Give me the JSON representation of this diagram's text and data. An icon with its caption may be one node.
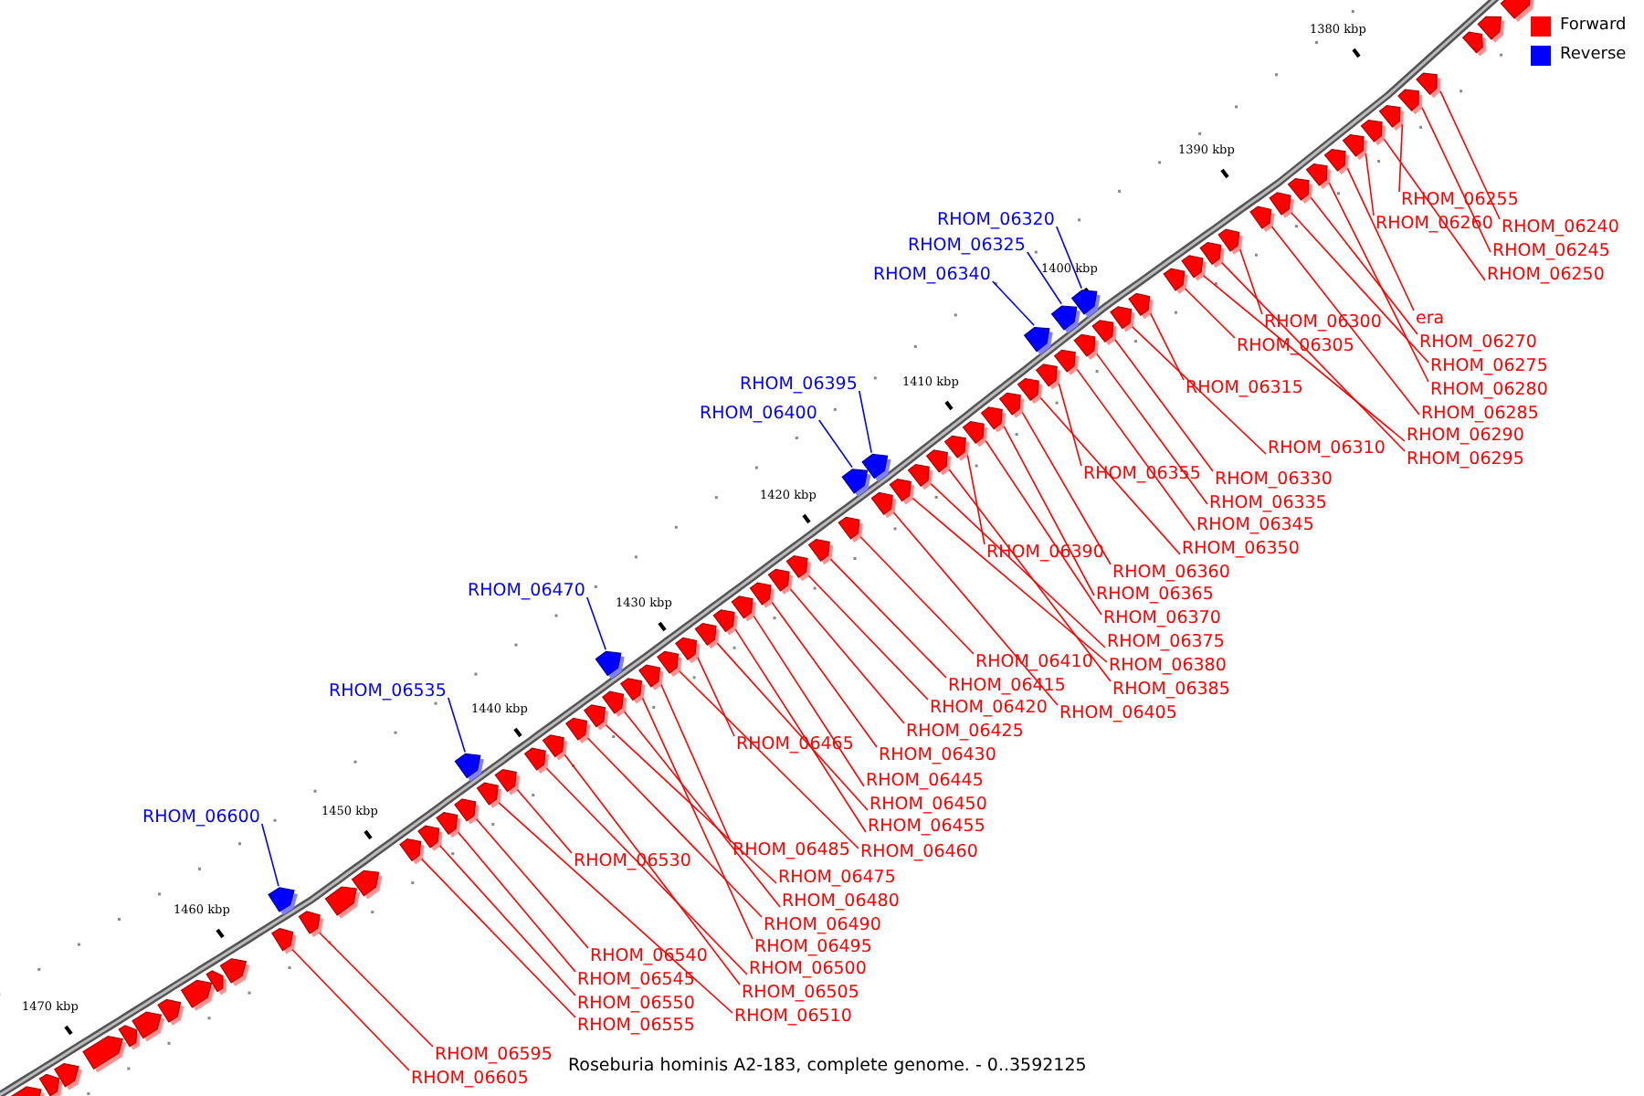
{
  "diagram": {
    "caption": "Roseburia hominis A2-183, complete genome. - 0..3592125",
    "nodes": [
      {
        "text": [
          "RHOM_06255"
        ]
      },
      {
        "text": [
          "RHOM_06240"
        ]
      },
      {
        "text": [
          "RHOM_06260"
        ]
      },
      {
        "text": [
          "RHOM_06245"
        ]
      },
      {
        "text": [
          "RHOM_06250"
        ]
      },
      {
        "text": [
          "era"
        ]
      },
      {
        "text": [
          "RHOM_06300"
        ]
      },
      {
        "text": [
          "RHOM_06270"
        ]
      },
      {
        "text": [
          "RHOM_06305"
        ]
      },
      {
        "text": [
          "RHOM_06275"
        ]
      },
      {
        "text": [
          "RHOM_06280"
        ]
      },
      {
        "text": [
          "RHOM_06315"
        ]
      },
      {
        "text": [
          "RHOM_06285"
        ]
      },
      {
        "text": [
          "RHOM_06290"
        ]
      },
      {
        "text": [
          "RHOM_06310"
        ]
      },
      {
        "text": [
          "RHOM_06295"
        ]
      },
      {
        "text": [
          "RHOM_06355"
        ]
      },
      {
        "text": [
          "RHOM_06330"
        ]
      },
      {
        "text": [
          "RHOM_06335"
        ]
      },
      {
        "text": [
          "RHOM_06345"
        ]
      },
      {
        "text": [
          "RHOM_06350"
        ]
      },
      {
        "text": [
          "RHOM_06390"
        ]
      },
      {
        "text": [
          "RHOM_06360"
        ]
      },
      {
        "text": [
          "RHOM_06365"
        ]
      },
      {
        "text": [
          "RHOM_06370"
        ]
      },
      {
        "text": [
          "RHOM_06375"
        ]
      },
      {
        "text": [
          "RHOM_06410"
        ]
      },
      {
        "text": [
          "RHOM_06380"
        ]
      },
      {
        "text": [
          "RHOM_06415"
        ]
      },
      {
        "text": [
          "RHOM_06385"
        ]
      },
      {
        "text": [
          "RHOM_06405"
        ]
      },
      {
        "text": [
          "RHOM_06420"
        ]
      },
      {
        "text": [
          "RHOM_06425"
        ]
      },
      {
        "text": [
          "RHOM_06465"
        ]
      },
      {
        "text": [
          "RHOM_06430"
        ]
      },
      {
        "text": [
          "RHOM_06445"
        ]
      },
      {
        "text": [
          "RHOM_06450"
        ]
      },
      {
        "text": [
          "RHOM_06455"
        ]
      },
      {
        "text": [
          "RHOM_06460"
        ]
      },
      {
        "text": [
          "RHOM_06485"
        ]
      },
      {
        "text": [
          "RHOM_06530"
        ]
      },
      {
        "text": [
          "RHOM_06475"
        ]
      },
      {
        "text": [
          "RHOM_06480"
        ]
      },
      {
        "text": [
          "RHOM_06490"
        ]
      },
      {
        "text": [
          "RHOM_06495"
        ]
      },
      {
        "text": [
          "RHOM_06540"
        ]
      },
      {
        "text": [
          "RHOM_06500"
        ]
      },
      {
        "text": [
          "RHOM_06545"
        ]
      },
      {
        "text": [
          "RHOM_06505"
        ]
      },
      {
        "text": [
          "RHOM_06550"
        ]
      },
      {
        "text": [
          "RHOM_06510"
        ]
      },
      {
        "text": [
          "RHOM_06555"
        ]
      },
      {
        "text": [
          "RHOM_06595"
        ]
      },
      {
        "text": [
          "RHOM_06605"
        ]
      },
      {
        "text": [
          "RHOM_06320"
        ]
      },
      {
        "text": [
          "RHOM_06325"
        ]
      },
      {
        "text": [
          "RHOM_06340"
        ]
      },
      {
        "text": [
          "RHOM_06395"
        ]
      },
      {
        "text": [
          "RHOM_06400"
        ]
      },
      {
        "text": [
          "RHOM_06470"
        ]
      },
      {
        "text": [
          "RHOM_06535"
        ]
      },
      {
        "text": [
          "RHOM_06600"
        ]
      },
      {
        "text": [],
        "shape": "box"
      },
      {
        "text": [],
        "shape": "box"
      },
      {
        "text": [],
        "shape": "box"
      },
      {
        "text": [],
        "shape": "box"
      },
      {
        "text": [],
        "shape": "box"
      },
      {
        "text": [],
        "shape": "box"
      },
      {
        "text": [],
        "shape": "box"
      },
      {
        "text": [],
        "shape": "box"
      },
      {
        "text": [],
        "shape": "box"
      },
      {
        "text": [],
        "shape": "box"
      },
      {
        "text": [],
        "shape": "box"
      },
      {
        "text": [],
        "shape": "box"
      },
      {
        "text": [],
        "shape": "box"
      },
      {
        "text": [],
        "shape": "box"
      },
      {
        "text": [],
        "shape": "box"
      },
      {
        "text": [],
        "shape": "box"
      },
      {
        "text": [],
        "shape": "box"
      },
      {
        "text": [],
        "shape": "box"
      },
      {
        "text": [],
        "shape": "box"
      },
      {
        "text": [],
        "shape": "box"
      },
      {
        "text": [],
        "shape": "box"
      },
      {
        "text": [],
        "shape": "box"
      },
      {
        "text": [],
        "shape": "box"
      },
      {
        "text": [],
        "shape": "box"
      },
      {
        "text": [],
        "shape": "box"
      },
      {
        "text": [],
        "shape": "box"
      },
      {
        "text": [],
        "shape": "box"
      },
      {
        "text": [],
        "shape": "box"
      },
      {
        "text": [],
        "shape": "box"
      },
      {
        "text": [],
        "shape": "box"
      },
      {
        "text": [],
        "shape": "box"
      },
      {
        "text": [],
        "shape": "box"
      },
      {
        "text": [],
        "shape": "box"
      },
      {
        "text": [],
        "shape": "box"
      },
      {
        "text": [],
        "shape": "box"
      },
      {
        "text": [],
        "shape": "box"
      },
      {
        "text": [],
        "shape": "box"
      },
      {
        "text": [],
        "shape": "box"
      },
      {
        "text": [],
        "shape": "box"
      },
      {
        "text": [],
        "shape": "box"
      },
      {
        "text": [],
        "shape": "box"
      },
      {
        "text": [],
        "shape": "box"
      },
      {
        "text": [],
        "shape": "box"
      },
      {
        "text": [],
        "shape": "box"
      },
      {
        "text": [],
        "shape": "box"
      },
      {
        "text": [],
        "shape": "box"
      },
      {
        "text": [],
        "shape": "box"
      },
      {
        "text": [],
        "shape": "box"
      },
      {
        "text": [],
        "shape": "box"
      },
      {
        "text": [],
        "shape": "box"
      },
      {
        "text": [],
        "shape": "box"
      },
      {
        "text": [],
        "shape": "box"
      },
      {
        "text": [],
        "shape": "box"
      },
      {
        "text": [],
        "shape": "box"
      },
      {
        "text": [],
        "shape": "box"
      },
      {
        "text": [],
        "shape": "box"
      },
      {
        "text": [],
        "shape": "box"
      },
      {
        "text": [],
        "shape": "box"
      },
      {
        "text": [],
        "shape": "box"
      },
      {
        "text": [],
        "shape": "box"
      },
      {
        "text": [],
        "shape": "box"
      },
      {
        "text": [],
        "shape": "box"
      }
    ],
    "edges": [
      {
        "from": 0,
        "to": 62,
        "arrow": "none"
      },
      {
        "from": 1,
        "to": 63,
        "arrow": "none"
      },
      {
        "from": 2,
        "to": 64,
        "arrow": "none"
      },
      {
        "from": 3,
        "to": 65,
        "arrow": "none"
      },
      {
        "from": 4,
        "to": 66,
        "arrow": "none"
      },
      {
        "from": 5,
        "to": 67,
        "arrow": "none"
      },
      {
        "from": 6,
        "to": 68,
        "arrow": "none"
      },
      {
        "from": 7,
        "to": 69,
        "arrow": "none"
      },
      {
        "from": 8,
        "to": 70,
        "arrow": "none"
      },
      {
        "from": 9,
        "to": 71,
        "arrow": "none"
      },
      {
        "from": 10,
        "to": 72,
        "arrow": "none"
      },
      {
        "from": 11,
        "to": 73,
        "arrow": "none"
      },
      {
        "from": 12,
        "to": 74,
        "arrow": "none"
      },
      {
        "from": 13,
        "to": 75,
        "arrow": "none"
      },
      {
        "from": 14,
        "to": 76,
        "arrow": "none"
      },
      {
        "from": 15,
        "to": 77,
        "arrow": "none"
      },
      {
        "from": 16,
        "to": 78,
        "arrow": "none"
      },
      {
        "from": 17,
        "to": 79,
        "arrow": "none"
      },
      {
        "from": 18,
        "to": 80,
        "arrow": "none"
      },
      {
        "from": 19,
        "to": 81,
        "arrow": "none"
      },
      {
        "from": 20,
        "to": 82,
        "arrow": "none"
      },
      {
        "from": 21,
        "to": 83,
        "arrow": "none"
      },
      {
        "from": 22,
        "to": 84,
        "arrow": "none"
      },
      {
        "from": 23,
        "to": 85,
        "arrow": "none"
      },
      {
        "from": 24,
        "to": 86,
        "arrow": "none"
      },
      {
        "from": 25,
        "to": 87,
        "arrow": "none"
      },
      {
        "from": 26,
        "to": 88,
        "arrow": "none"
      },
      {
        "from": 27,
        "to": 89,
        "arrow": "none"
      },
      {
        "from": 28,
        "to": 90,
        "arrow": "none"
      },
      {
        "from": 29,
        "to": 91,
        "arrow": "none"
      },
      {
        "from": 30,
        "to": 92,
        "arrow": "none"
      },
      {
        "from": 31,
        "to": 93,
        "arrow": "none"
      },
      {
        "from": 32,
        "to": 94,
        "arrow": "none"
      },
      {
        "from": 33,
        "to": 95,
        "arrow": "none"
      },
      {
        "from": 34,
        "to": 96,
        "arrow": "none"
      },
      {
        "from": 35,
        "to": 97,
        "arrow": "none"
      },
      {
        "from": 36,
        "to": 98,
        "arrow": "none"
      },
      {
        "from": 37,
        "to": 99,
        "arrow": "none"
      },
      {
        "from": 38,
        "to": 100,
        "arrow": "none"
      },
      {
        "from": 39,
        "to": 101,
        "arrow": "none"
      },
      {
        "from": 40,
        "to": 102,
        "arrow": "none"
      },
      {
        "from": 41,
        "to": 103,
        "arrow": "none"
      },
      {
        "from": 42,
        "to": 104,
        "arrow": "none"
      },
      {
        "from": 43,
        "to": 105,
        "arrow": "none"
      },
      {
        "from": 44,
        "to": 106,
        "arrow": "none"
      },
      {
        "from": 45,
        "to": 107,
        "arrow": "none"
      },
      {
        "from": 46,
        "to": 108,
        "arrow": "none"
      },
      {
        "from": 47,
        "to": 109,
        "arrow": "none"
      },
      {
        "from": 48,
        "to": 110,
        "arrow": "none"
      },
      {
        "from": 49,
        "to": 111,
        "arrow": "none"
      },
      {
        "from": 50,
        "to": 112,
        "arrow": "none"
      },
      {
        "from": 51,
        "to": 113,
        "arrow": "none"
      },
      {
        "from": 52,
        "to": 114,
        "arrow": "none"
      },
      {
        "from": 53,
        "to": 115,
        "arrow": "none"
      },
      {
        "from": 54,
        "to": 116,
        "arrow": "none",
        "color": "#0000ff"
      },
      {
        "from": 55,
        "to": 117,
        "arrow": "none",
        "color": "#0000ff"
      },
      {
        "from": 56,
        "to": 118,
        "arrow": "none",
        "color": "#0000ff"
      },
      {
        "from": 57,
        "to": 119,
        "arrow": "none",
        "color": "#0000ff"
      },
      {
        "from": 58,
        "to": 120,
        "arrow": "none",
        "color": "#0000ff"
      },
      {
        "from": 59,
        "to": 121,
        "arrow": "none",
        "color": "#0000ff"
      },
      {
        "from": 60,
        "to": 122,
        "arrow": "none",
        "color": "#0000ff"
      },
      {
        "from": 61,
        "to": 123,
        "arrow": "none",
        "color": "#0000ff"
      }
    ],
    "labels": [
      "1380 kbp",
      "1390 kbp",
      "1400 kbp",
      "1410 kbp",
      "1420 kbp",
      "1430 kbp",
      "1440 kbp",
      "1450 kbp",
      "1460 kbp",
      "1470 kbp"
    ],
    "legend": [
      {
        "text": "Forward",
        "color": "#ff0000"
      },
      {
        "text": "Reverse",
        "color": "#0000ff"
      }
    ]
  }
}
